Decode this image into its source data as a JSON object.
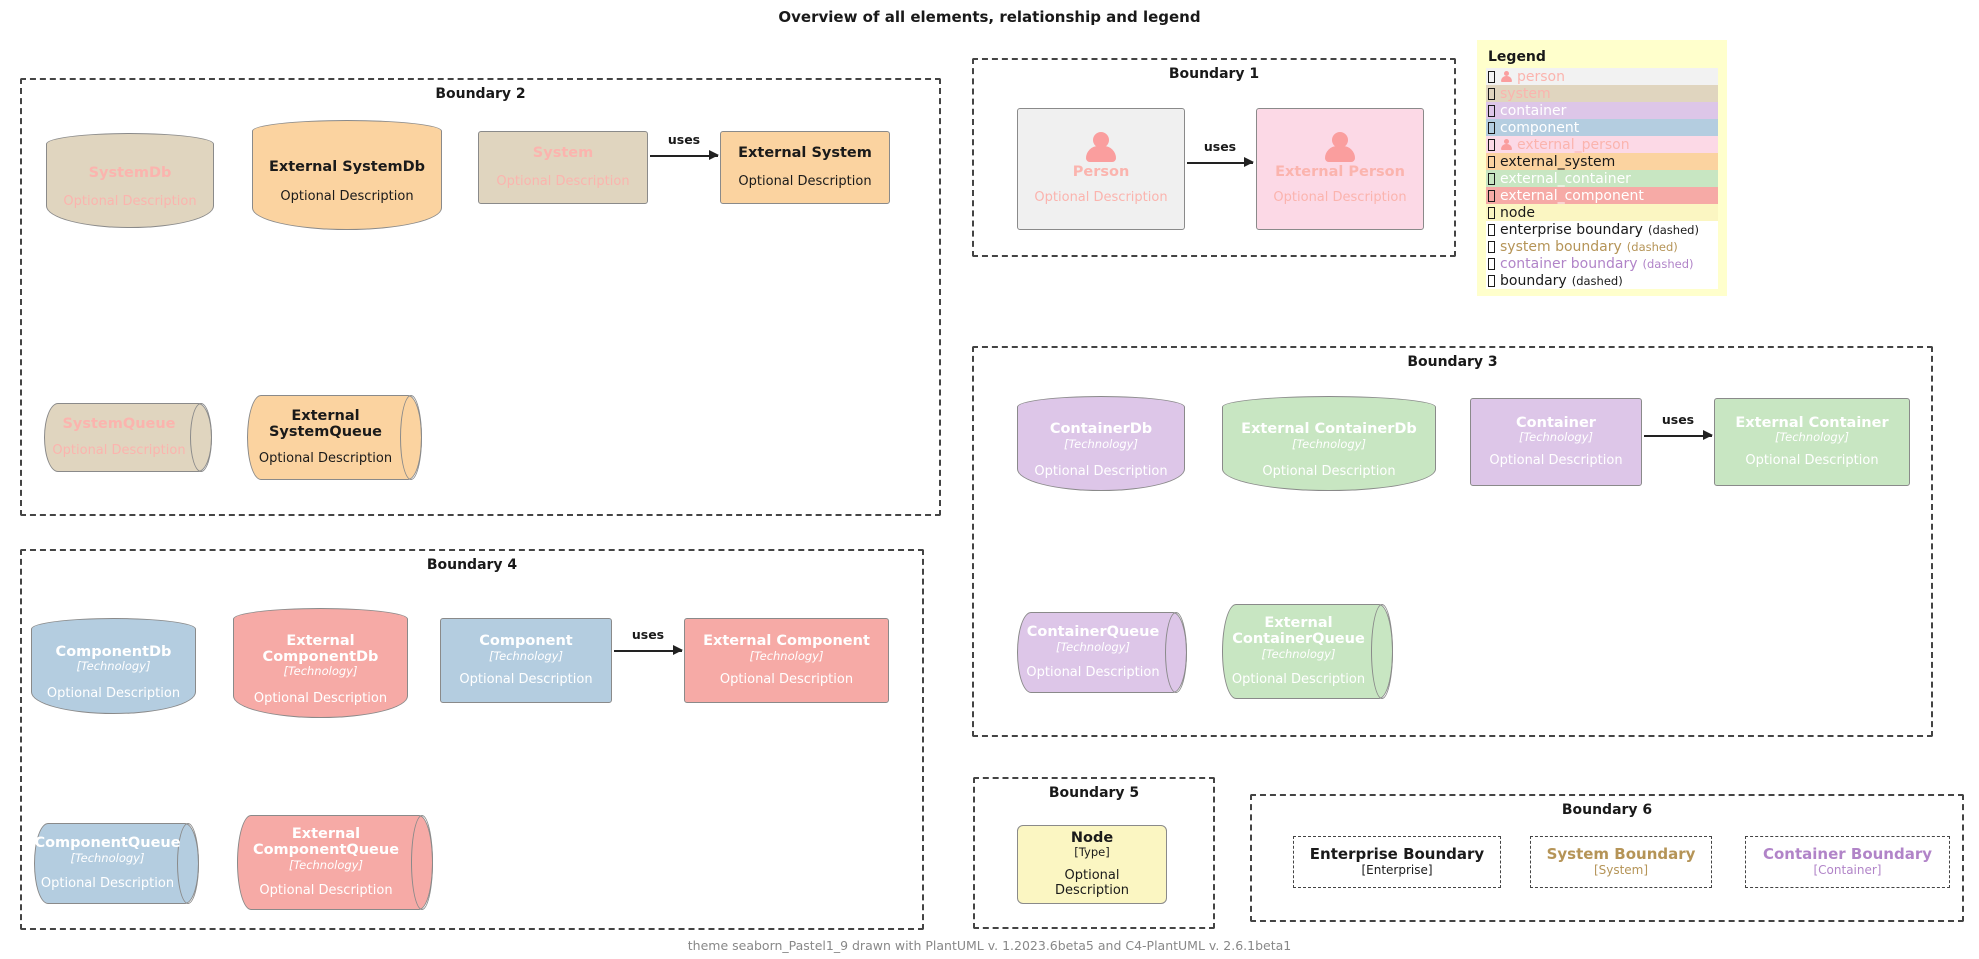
{
  "title": "Overview of all elements, relationship and legend",
  "footer": "theme seaborn_Pastel1_9 drawn with PlantUML v. 1.2023.6beta5 and C4-PlantUML v. 2.6.1beta1",
  "labels": {
    "optional_description": "Optional Description",
    "technology": "[Technology]",
    "type": "[Type]",
    "uses": "uses"
  },
  "colors": {
    "person_fill": "#f0f0f0",
    "external_person_fill": "#fcd9e6",
    "system_fill": "#e0d5bf",
    "external_system_fill": "#fbd3a0",
    "container_fill": "#ddc6e8",
    "external_container_fill": "#c8e6c2",
    "component_fill": "#b4cde0",
    "external_component_fill": "#f6aaa6",
    "node_fill": "#fbf6c2",
    "legend_bg": "#ffffcc",
    "person_icon": "#fa9e9e",
    "internal_text": "#fbb4ae",
    "white_text": "#ffffff",
    "dark_text": "#1a1a1a",
    "system_boundary_line": "#b59457",
    "container_boundary_line": "#b184c8",
    "boundary_line": "#444444"
  },
  "boundaries": {
    "b1": {
      "title": "Boundary 1"
    },
    "b2": {
      "title": "Boundary 2"
    },
    "b3": {
      "title": "Boundary 3"
    },
    "b4": {
      "title": "Boundary 4"
    },
    "b5": {
      "title": "Boundary 5"
    },
    "b6": {
      "title": "Boundary 6"
    }
  },
  "elements": {
    "person": {
      "name": "Person",
      "desc": "Optional Description"
    },
    "external_person": {
      "name": "External Person",
      "desc": "Optional Description"
    },
    "system_db": {
      "name": "SystemDb",
      "desc": "Optional Description"
    },
    "external_system_db": {
      "name": "External SystemDb",
      "desc": "Optional Description"
    },
    "system": {
      "name": "System",
      "desc": "Optional Description"
    },
    "external_system": {
      "name": "External System",
      "desc": "Optional Description"
    },
    "system_queue": {
      "name": "SystemQueue",
      "desc": "Optional Description"
    },
    "external_system_queue": {
      "name": "External SystemQueue",
      "desc": "Optional Description"
    },
    "container_db": {
      "name": "ContainerDb",
      "tech": "[Technology]",
      "desc": "Optional Description"
    },
    "external_container_db": {
      "name": "External ContainerDb",
      "tech": "[Technology]",
      "desc": "Optional Description"
    },
    "container": {
      "name": "Container",
      "tech": "[Technology]",
      "desc": "Optional Description"
    },
    "external_container": {
      "name": "External Container",
      "tech": "[Technology]",
      "desc": "Optional Description"
    },
    "container_queue": {
      "name": "ContainerQueue",
      "tech": "[Technology]",
      "desc": "Optional Description"
    },
    "external_container_queue": {
      "name": "External ContainerQueue",
      "tech": "[Technology]",
      "desc": "Optional Description"
    },
    "component_db": {
      "name": "ComponentDb",
      "tech": "[Technology]",
      "desc": "Optional Description"
    },
    "external_component_db": {
      "name": "External ComponentDb",
      "tech": "[Technology]",
      "desc": "Optional Description"
    },
    "component": {
      "name": "Component",
      "tech": "[Technology]",
      "desc": "Optional Description"
    },
    "external_component": {
      "name": "External Component",
      "tech": "[Technology]",
      "desc": "Optional Description"
    },
    "component_queue": {
      "name": "ComponentQueue",
      "tech": "[Technology]",
      "desc": "Optional Description"
    },
    "external_component_queue": {
      "name": "External ComponentQueue",
      "tech": "[Technology]",
      "desc": "Optional Description"
    },
    "node": {
      "name": "Node",
      "tech": "[Type]",
      "desc": "Optional Description"
    },
    "enterprise_boundary": {
      "name": "Enterprise Boundary",
      "tech": "[Enterprise]"
    },
    "system_boundary": {
      "name": "System Boundary",
      "tech": "[System]"
    },
    "container_boundary": {
      "name": "Container Boundary",
      "tech": "[Container]"
    }
  },
  "relationships": [
    {
      "label": "uses",
      "from": "person",
      "to": "external_person"
    },
    {
      "label": "uses",
      "from": "system",
      "to": "external_system"
    },
    {
      "label": "uses",
      "from": "container",
      "to": "external_container"
    },
    {
      "label": "uses",
      "from": "component",
      "to": "external_component"
    }
  ],
  "legend": {
    "title": "Legend",
    "items": [
      {
        "label": "person",
        "suffix": "",
        "fill": "#f2f2f2",
        "text": "#fbb4ae",
        "icon": "person-glyph"
      },
      {
        "label": "system",
        "suffix": "",
        "fill": "#e0d5bf",
        "text": "#fbb4ae",
        "icon": ""
      },
      {
        "label": "container",
        "suffix": "",
        "fill": "#ddc6e8",
        "text": "#ffffff",
        "icon": ""
      },
      {
        "label": "component",
        "suffix": "",
        "fill": "#b4cde0",
        "text": "#ffffff",
        "icon": ""
      },
      {
        "label": "external_person",
        "suffix": "",
        "fill": "#fcd9e6",
        "text": "#fbb4ae",
        "icon": "person-glyph"
      },
      {
        "label": "external_system",
        "suffix": "",
        "fill": "#fbd3a0",
        "text": "#1a1a1a",
        "icon": ""
      },
      {
        "label": "external_container",
        "suffix": "",
        "fill": "#c8e6c2",
        "text": "#ffffff",
        "icon": ""
      },
      {
        "label": "external_component",
        "suffix": "",
        "fill": "#f6aaa6",
        "text": "#ffffff",
        "icon": ""
      },
      {
        "label": "node",
        "suffix": "",
        "fill": "#fbf6c2",
        "text": "#1a1a1a",
        "icon": ""
      },
      {
        "label": "enterprise boundary",
        "suffix": "(dashed)",
        "fill": "#ffffff",
        "text": "#1a1a1a",
        "icon": ""
      },
      {
        "label": "system boundary",
        "suffix": "(dashed)",
        "fill": "#ffffff",
        "text": "#b59457",
        "icon": ""
      },
      {
        "label": "container boundary",
        "suffix": "(dashed)",
        "fill": "#ffffff",
        "text": "#b184c8",
        "icon": ""
      },
      {
        "label": "boundary",
        "suffix": "(dashed)",
        "fill": "#ffffff",
        "text": "#1a1a1a",
        "icon": ""
      }
    ]
  }
}
